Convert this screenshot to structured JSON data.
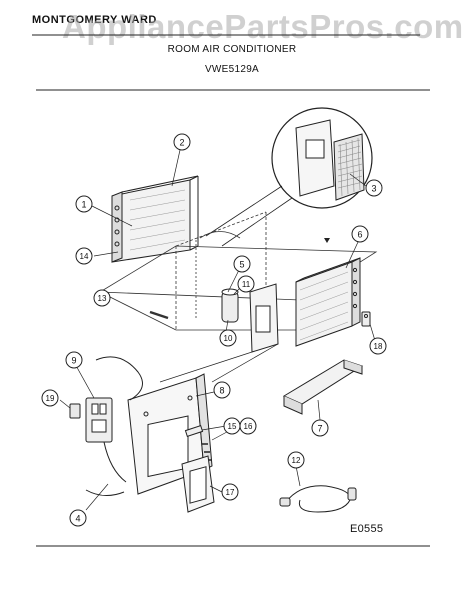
{
  "header": {
    "brand": "MONTGOMERY WARD",
    "watermark": "AppliancePartsPros.com",
    "title": "ROOM AIR CONDITIONER",
    "model": "VWE5129A"
  },
  "footer": {
    "drawing_code": "E0555"
  },
  "callouts": {
    "c1": "1",
    "c2": "2",
    "c3": "3",
    "c4": "4",
    "c5": "5",
    "c6": "6",
    "c7": "7",
    "c8": "8",
    "c9": "9",
    "c10": "10",
    "c11": "11",
    "c12": "12",
    "c13": "13",
    "c14": "14",
    "c15": "15",
    "c16": "16",
    "c17": "17",
    "c18": "18",
    "c19": "19"
  }
}
